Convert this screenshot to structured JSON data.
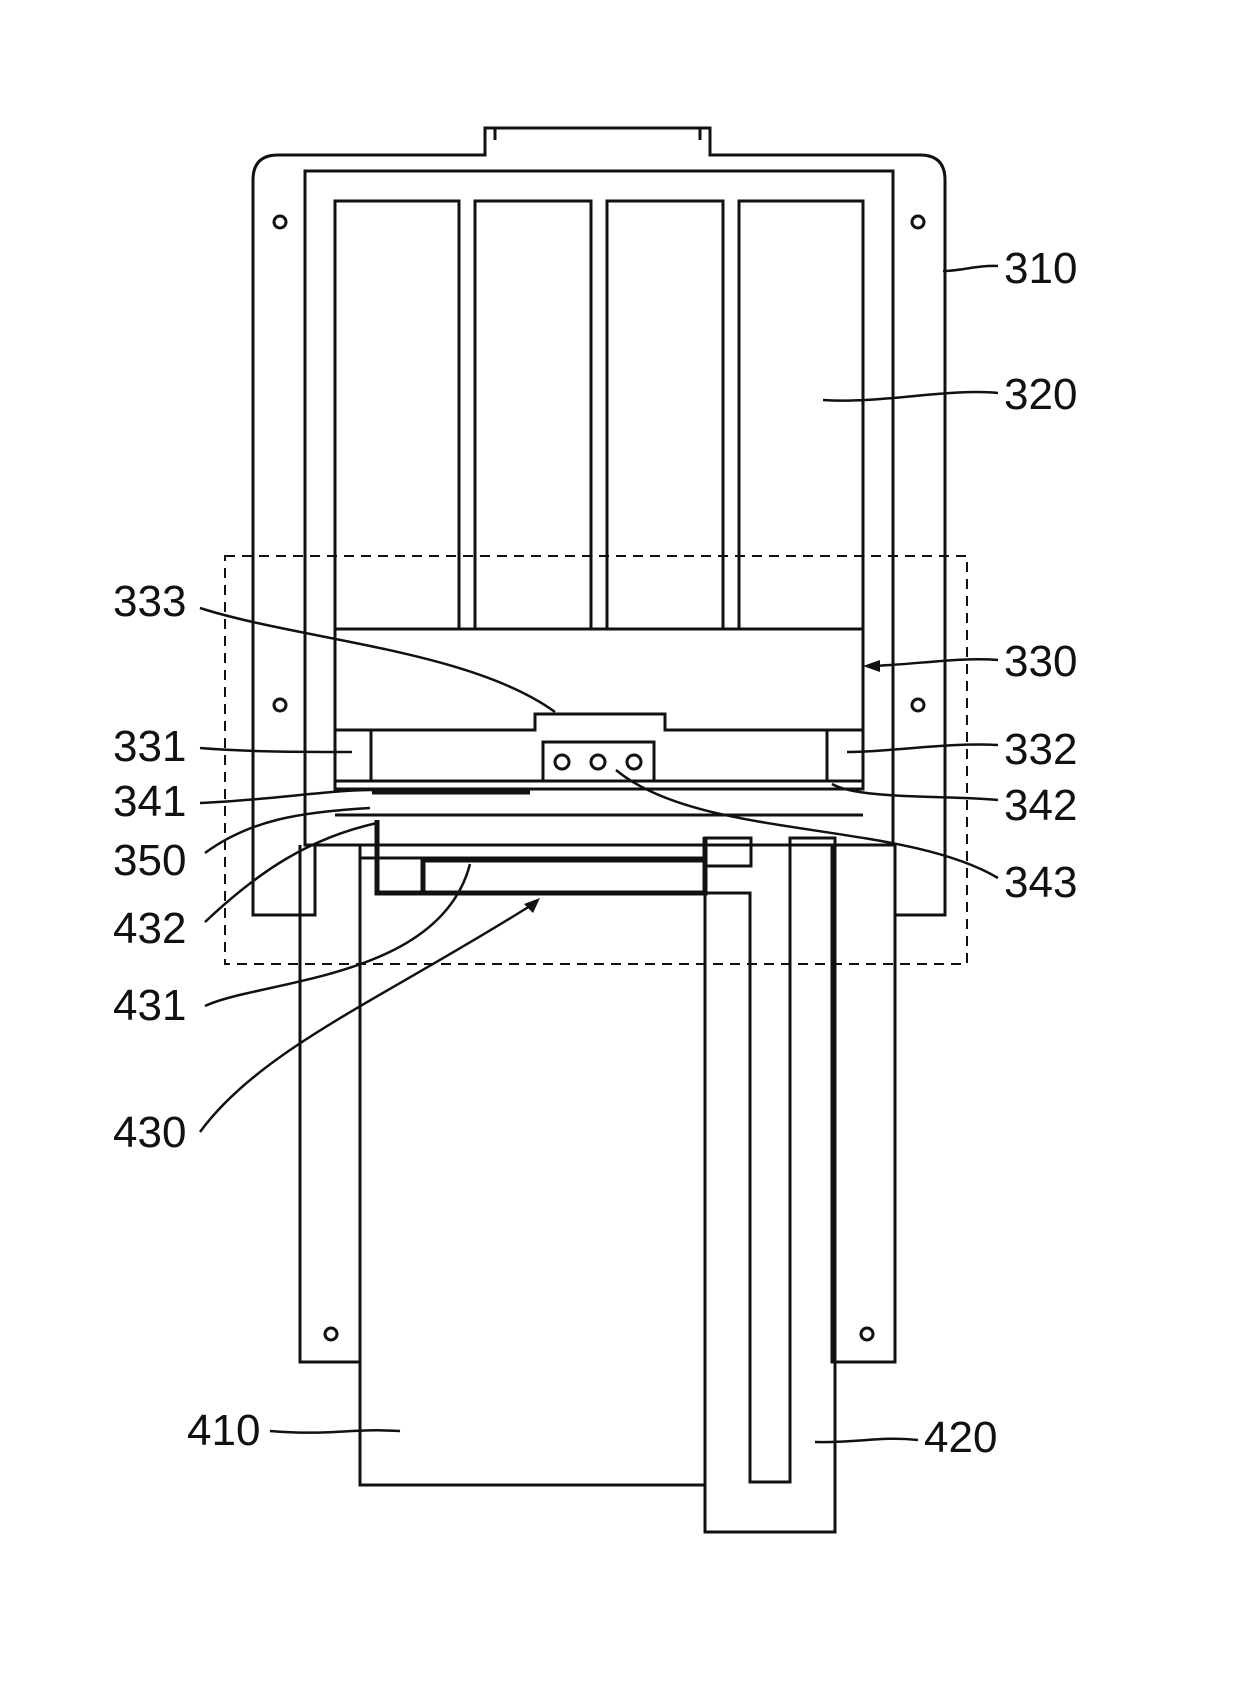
{
  "figure": {
    "reference_labels": {
      "r310": "310",
      "r320": "320",
      "r330": "330",
      "r331": "331",
      "r332": "332",
      "r333": "333",
      "r341": "341",
      "r342": "342",
      "r343": "343",
      "r350": "350",
      "r410": "410",
      "r420": "420",
      "r430": "430",
      "r431": "431",
      "r432": "432"
    }
  }
}
